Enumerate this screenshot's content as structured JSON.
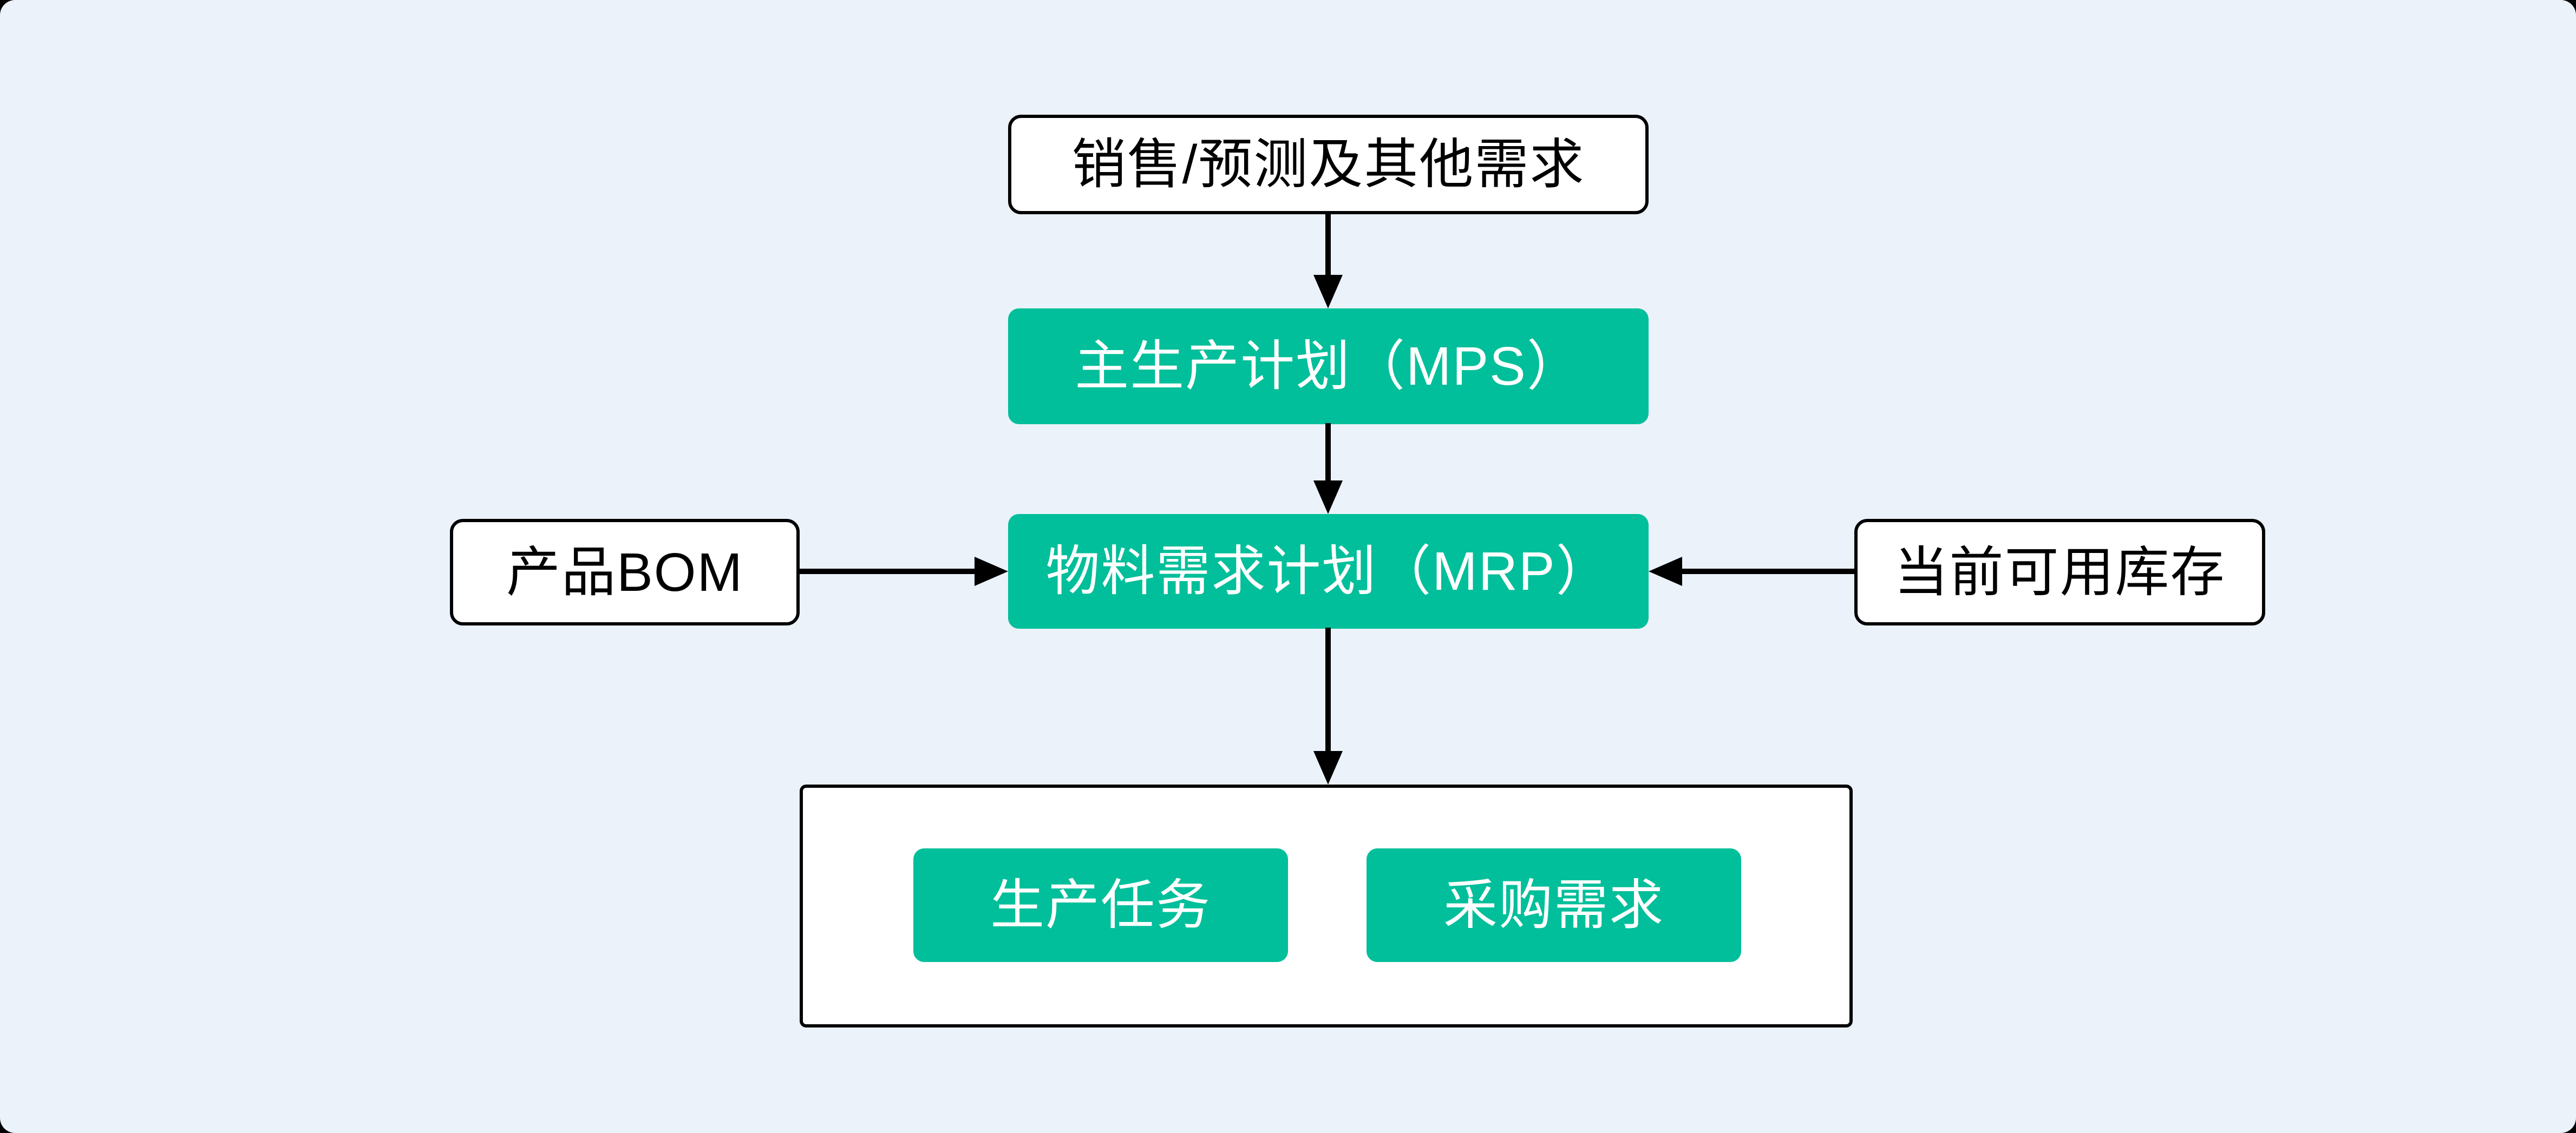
{
  "diagram": {
    "title_semantic": "MRP planning flow diagram",
    "colors": {
      "page_outside": "#000000",
      "panel_background": "#EBF2FA",
      "node_green": "#00BF9A",
      "node_white": "#FFFFFF",
      "border_and_arrows": "#000000",
      "text_on_green": "#FFFFFF",
      "text_on_white": "#000000"
    },
    "nodes": {
      "sales_demand": {
        "label": "销售/预测及其他需求"
      },
      "mps": {
        "label": "主生产计划（MPS）"
      },
      "mrp": {
        "label": "物料需求计划（MRP）"
      },
      "bom": {
        "label": "产品BOM"
      },
      "inventory": {
        "label": "当前可用库存"
      },
      "production_task": {
        "label": "生产任务"
      },
      "purchase_demand": {
        "label": "采购需求"
      }
    },
    "edges": [
      {
        "from": "sales_demand",
        "to": "mps",
        "direction": "down"
      },
      {
        "from": "mps",
        "to": "mrp",
        "direction": "down"
      },
      {
        "from": "bom",
        "to": "mrp",
        "direction": "right"
      },
      {
        "from": "inventory",
        "to": "mrp",
        "direction": "left"
      },
      {
        "from": "mrp",
        "to": "outputs_container",
        "direction": "down"
      }
    ]
  }
}
